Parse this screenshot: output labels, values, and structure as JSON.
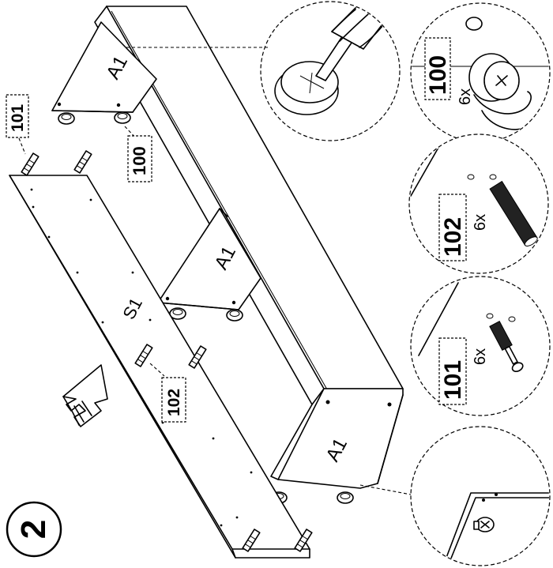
{
  "step": {
    "number": "2"
  },
  "panels": {
    "top_side": "A1",
    "middle_shelf": "A1",
    "bottom_side": "A1",
    "back": "S1"
  },
  "callouts": {
    "part_100": "100",
    "part_101": "101",
    "part_102": "102"
  },
  "details": [
    {
      "part": "100",
      "qty": "6x"
    },
    {
      "part": "102",
      "qty": "6x"
    },
    {
      "part": "101",
      "qty": "6x"
    }
  ]
}
